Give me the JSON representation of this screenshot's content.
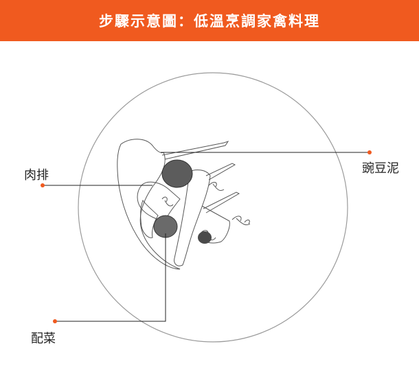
{
  "header": {
    "title": "步驟示意圖：低溫烹調家禽料理"
  },
  "callouts": [
    {
      "id": "pea-puree",
      "label": "豌豆泥"
    },
    {
      "id": "meat-chop",
      "label": "肉排"
    },
    {
      "id": "side-dish",
      "label": "配菜"
    }
  ],
  "colors": {
    "accent": "#f05a1f",
    "leader_line": "#222222",
    "sketch": "#555555"
  }
}
